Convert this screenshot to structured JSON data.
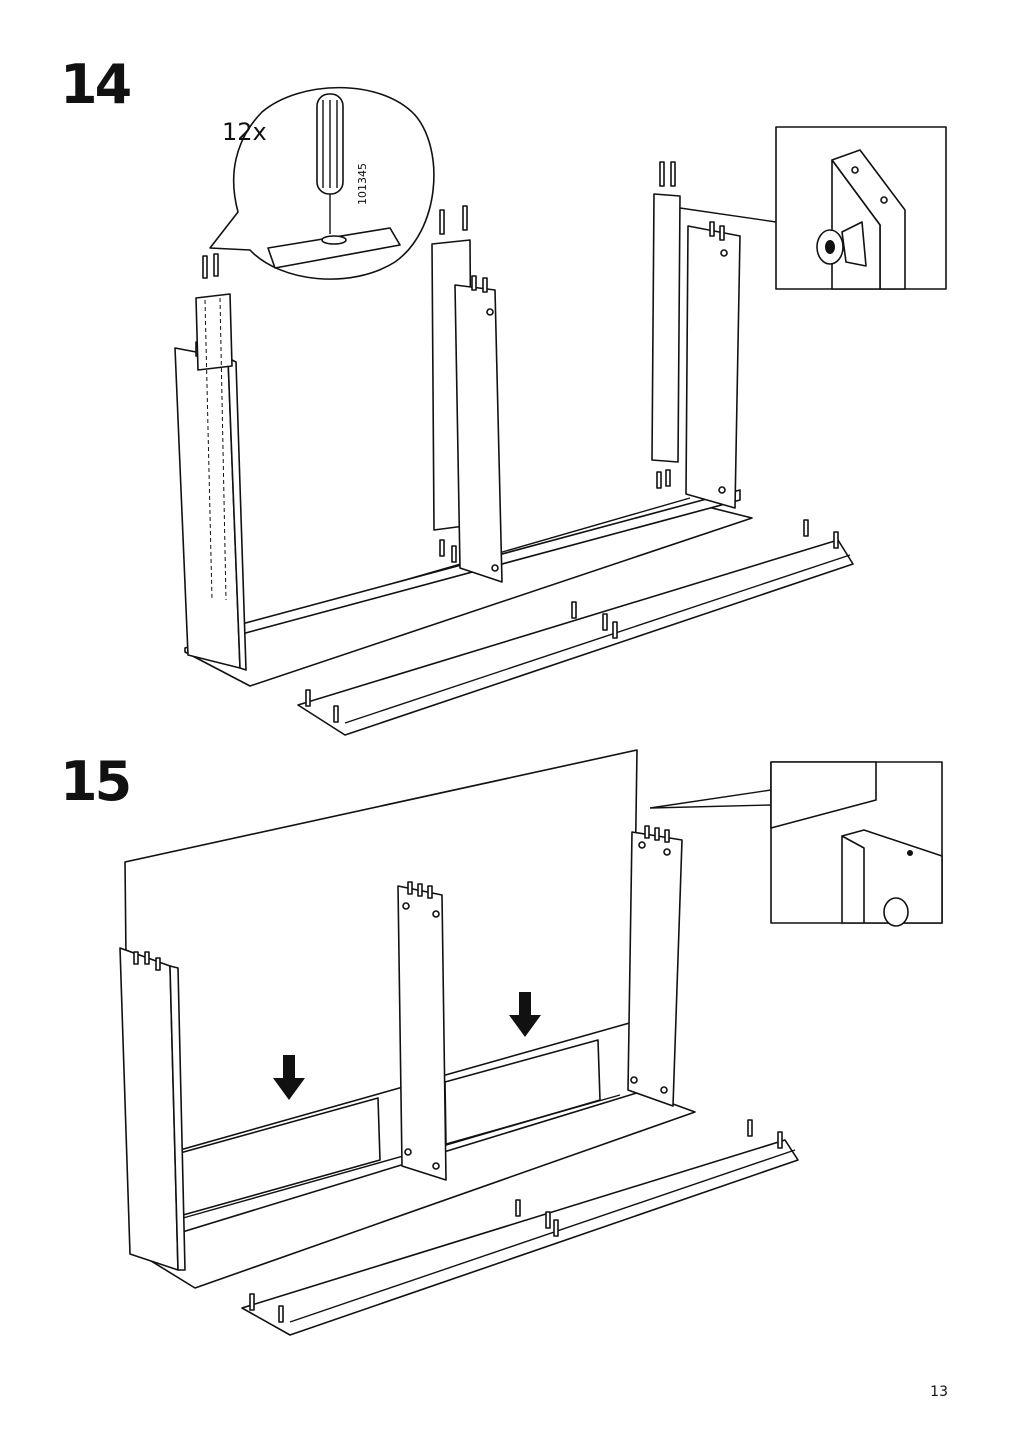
{
  "steps": [
    {
      "number": "14",
      "quantity": "12x",
      "part_number": "101345"
    },
    {
      "number": "15"
    }
  ],
  "page_number": "13",
  "icons": [
    "wooden-dowel-icon",
    "down-arrow-icon",
    "magnifier-callout-icon"
  ]
}
